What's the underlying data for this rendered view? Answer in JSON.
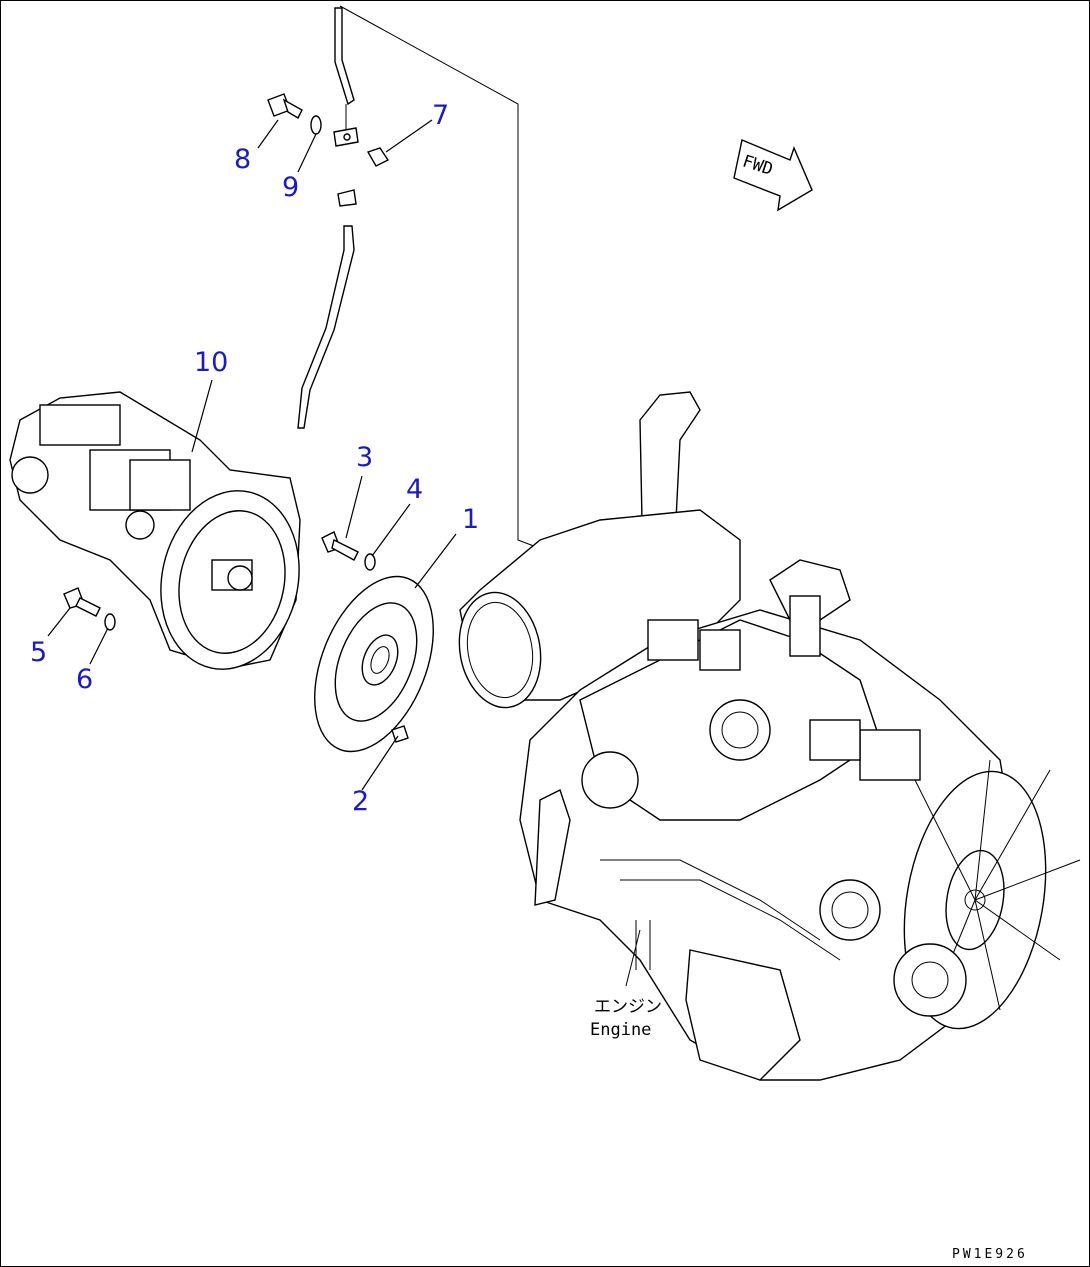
{
  "callouts": {
    "c1": "1",
    "c2": "2",
    "c3": "3",
    "c4": "4",
    "c5": "5",
    "c6": "6",
    "c7": "7",
    "c8": "8",
    "c9": "9",
    "c10": "10"
  },
  "fwd_label": "FWD",
  "engine_label_jp": "エンジン",
  "engine_label_en": "Engine",
  "drawing_code": "PW1E926",
  "colors": {
    "callout": "#1a1acc",
    "line": "#000000",
    "background": "#ffffff"
  }
}
